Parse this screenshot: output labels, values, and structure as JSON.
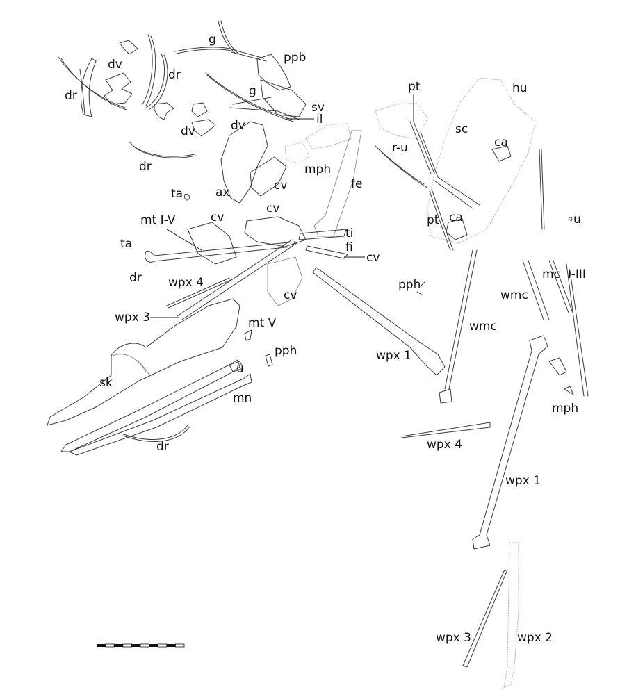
{
  "figure": {
    "type": "fossil specimen line drawing",
    "labels": [
      {
        "id": "g-1",
        "text": "g"
      },
      {
        "id": "ppb",
        "text": "ppb"
      },
      {
        "id": "dv-1",
        "text": "dv"
      },
      {
        "id": "dr-1",
        "text": "dr"
      },
      {
        "id": "dr-2",
        "text": "dr"
      },
      {
        "id": "g-2",
        "text": "g"
      },
      {
        "id": "sv",
        "text": "sv"
      },
      {
        "id": "il",
        "text": "il"
      },
      {
        "id": "dv-2",
        "text": "dv"
      },
      {
        "id": "dv-3",
        "text": "dv"
      },
      {
        "id": "dr-3",
        "text": "dr"
      },
      {
        "id": "mph-1",
        "text": "mph"
      },
      {
        "id": "cv-1",
        "text": "cv"
      },
      {
        "id": "ax",
        "text": "ax"
      },
      {
        "id": "ta-1",
        "text": "ta"
      },
      {
        "id": "fe",
        "text": "fe"
      },
      {
        "id": "pt-1",
        "text": "pt"
      },
      {
        "id": "hu",
        "text": "hu"
      },
      {
        "id": "sc",
        "text": "sc"
      },
      {
        "id": "ca-1",
        "text": "ca"
      },
      {
        "id": "r-u",
        "text": "r-u"
      },
      {
        "id": "pt-2",
        "text": "pt"
      },
      {
        "id": "ca-2",
        "text": "ca"
      },
      {
        "id": "u-1",
        "text": "u"
      },
      {
        "id": "mt-i-v",
        "text": "mt I-V"
      },
      {
        "id": "cv-2",
        "text": "cv"
      },
      {
        "id": "cv-3",
        "text": "cv"
      },
      {
        "id": "ta-2",
        "text": "ta"
      },
      {
        "id": "ti",
        "text": "ti"
      },
      {
        "id": "fi",
        "text": "fi"
      },
      {
        "id": "cv-4",
        "text": "cv"
      },
      {
        "id": "dr-4",
        "text": "dr"
      },
      {
        "id": "wpx4-1",
        "text": "wpx 4"
      },
      {
        "id": "cv-5",
        "text": "cv"
      },
      {
        "id": "pph-1",
        "text": "pph"
      },
      {
        "id": "mc-i-iii",
        "text": "mc  I-III"
      },
      {
        "id": "wmc-1",
        "text": "wmc"
      },
      {
        "id": "wpx3-1",
        "text": "wpx 3"
      },
      {
        "id": "mt-v",
        "text": "mt V"
      },
      {
        "id": "wmc-2",
        "text": "wmc"
      },
      {
        "id": "pph-2",
        "text": "pph"
      },
      {
        "id": "wpx1-1",
        "text": "wpx 1"
      },
      {
        "id": "sk",
        "text": "sk"
      },
      {
        "id": "u-2",
        "text": "u"
      },
      {
        "id": "mn",
        "text": "mn"
      },
      {
        "id": "mph-2",
        "text": "mph"
      },
      {
        "id": "dr-5",
        "text": "dr"
      },
      {
        "id": "wpx4-2",
        "text": "wpx 4"
      },
      {
        "id": "wpx1-2",
        "text": "wpx 1"
      },
      {
        "id": "wpx3-2",
        "text": "wpx 3"
      },
      {
        "id": "wpx2",
        "text": "wpx 2"
      }
    ],
    "scale_bar": {
      "segments": 10,
      "pattern": "alternating black-white"
    }
  }
}
